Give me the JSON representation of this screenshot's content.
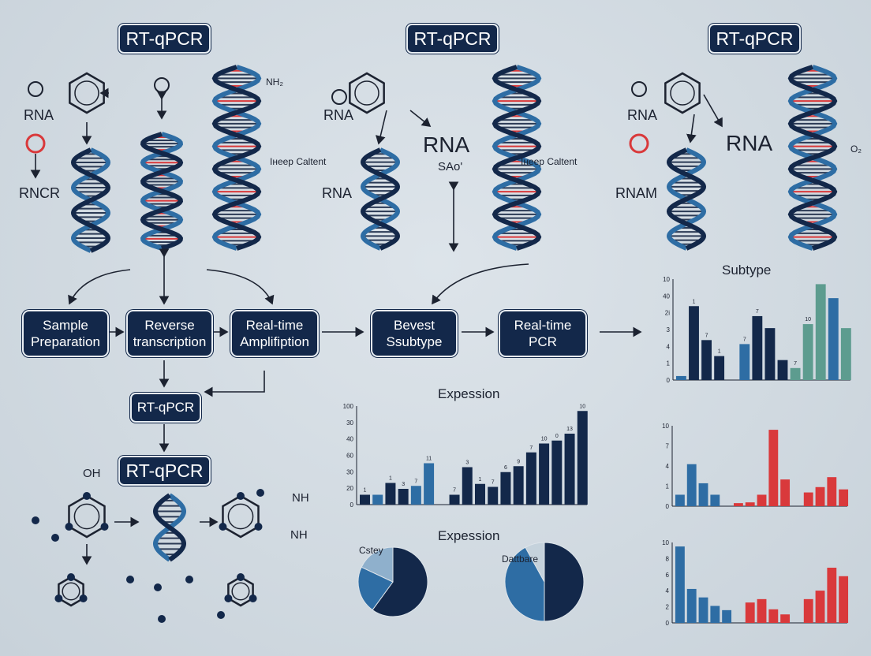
{
  "badges": [
    "RT-qPCR",
    "RT-qPCR",
    "RT-qPCR",
    "RT-qPCR",
    "RT-qPCR"
  ],
  "process": [
    {
      "label": "Sample Preparation"
    },
    {
      "label": "Reverse transcription"
    },
    {
      "label": "Real-time Amplifiption"
    },
    {
      "label": "Bevest Ssubtype"
    },
    {
      "label": "Real-time PCR"
    }
  ],
  "labels": {
    "rna1": "RNA",
    "rncr": "RNCR",
    "nh1": "NH₂",
    "ineep1": "Iнeep Caltent",
    "rna2": "RNA",
    "rna3": "RNA",
    "sao": "SAo'",
    "rna4": "RNA",
    "ineep2": "Iнeep Caltent",
    "rna5": "RNA",
    "rnam": "RNAM",
    "rna6": "RNA",
    "o2": "O₂",
    "oh": "OH",
    "nh2": "NH",
    "nh3": "NH"
  },
  "colors": {
    "navy": "#13284a",
    "blue": "#2e6da4",
    "teal": "#5d9c8f",
    "red": "#d9393b",
    "bg": "#cfd8df"
  },
  "chart_data": [
    {
      "type": "bar",
      "title": "Subtype",
      "yticks": [
        "0",
        "1",
        "4",
        "3",
        "2i",
        "40",
        "10"
      ],
      "data_labels": [
        "",
        "1",
        "7",
        "1",
        "",
        "7",
        "7",
        "",
        "",
        "7",
        "10",
        "",
        ""
      ],
      "values": [
        0.2,
        3.7,
        2.0,
        1.2,
        0,
        1.8,
        3.2,
        2.6,
        1.0,
        0.6,
        2.8,
        4.8,
        4.1,
        2.6
      ],
      "colors": [
        "blue",
        "navy",
        "navy",
        "navy",
        "none",
        "blue",
        "navy",
        "navy",
        "navy",
        "teal",
        "teal",
        "teal",
        "blue",
        "teal"
      ]
    },
    {
      "type": "bar",
      "title": "Expession",
      "yticks": [
        "0",
        "20",
        "30",
        "60",
        "40",
        "30",
        "100"
      ],
      "data_labels": [
        "1",
        "",
        "1",
        "3",
        "7",
        "11",
        "",
        "7",
        "3",
        "1",
        "7",
        "6",
        "9",
        "7",
        "10",
        "0",
        "13",
        "10"
      ],
      "values": [
        1,
        1,
        2.2,
        1.6,
        1.9,
        4.2,
        0,
        1,
        3.8,
        2.1,
        1.8,
        3.3,
        3.9,
        5.3,
        6.2,
        6.5,
        7.2,
        9.5
      ],
      "colors": [
        "navy",
        "blue",
        "navy",
        "navy",
        "blue",
        "blue",
        "none",
        "navy",
        "navy",
        "navy",
        "navy",
        "navy",
        "navy",
        "navy",
        "navy",
        "navy",
        "navy",
        "navy"
      ]
    },
    {
      "type": "pie",
      "title": "Expession",
      "label": "Cstey",
      "values": [
        60,
        22,
        18
      ],
      "colors": [
        "navy",
        "blue",
        "#8fb0cc"
      ]
    },
    {
      "type": "pie",
      "label": "Dattbare",
      "values": [
        50,
        42,
        8
      ],
      "colors": [
        "navy",
        "blue",
        "#c5d2dc"
      ]
    },
    {
      "type": "bar",
      "yticks": [
        "0",
        "1",
        "4",
        "7",
        "10"
      ],
      "values": [
        1.5,
        5.5,
        3,
        1.5,
        0,
        0.4,
        0.5,
        1.5,
        10,
        3.5,
        0,
        1.8,
        2.5,
        3.8,
        2.2
      ],
      "colors": [
        "blue",
        "blue",
        "blue",
        "blue",
        "none",
        "red",
        "red",
        "red",
        "red",
        "red",
        "none",
        "red",
        "red",
        "red",
        "red"
      ]
    },
    {
      "type": "bar",
      "yticks": [
        "0",
        "2",
        "4",
        "6",
        "8",
        "10"
      ],
      "values": [
        9,
        4,
        3,
        2,
        1.5,
        0,
        2.4,
        2.8,
        1.6,
        1,
        0,
        2.8,
        3.8,
        6.5,
        5.5
      ],
      "colors": [
        "blue",
        "blue",
        "blue",
        "blue",
        "blue",
        "none",
        "red",
        "red",
        "red",
        "red",
        "none",
        "red",
        "red",
        "red",
        "red"
      ]
    }
  ]
}
